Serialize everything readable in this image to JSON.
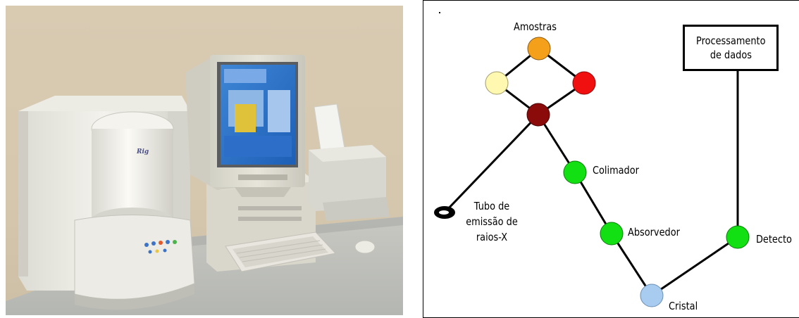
{
  "diagram": {
    "labels": {
      "amostras": "Amostras",
      "processamento_line1": "Processamento",
      "processamento_line2": "de dados",
      "colimador": "Colimador",
      "tubo_line1": "Tubo de",
      "tubo_line2": "emissão de",
      "tubo_line3": "raios-X",
      "absorvedor": "Absorvedor",
      "detector": "Detecto",
      "cristal": "Cristal"
    },
    "colors": {
      "amostra_top": "#F5A01A",
      "amostra_left": "#FFF8B0",
      "amostra_right": "#F01010",
      "amostra_center": "#8B0A0A",
      "green": "#12E012",
      "cristal": "#A8CCF0",
      "line": "#000000"
    }
  },
  "photo": {
    "brand_text": "Rig"
  }
}
